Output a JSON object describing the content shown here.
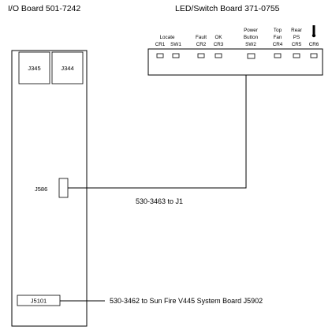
{
  "io_board": {
    "title": "I/O Board 501-7242",
    "connectors": {
      "j345": "J345",
      "j344": "J344",
      "j586": "J586",
      "j5101": "J5101"
    }
  },
  "led_switch_board": {
    "title": "LED/Switch Board 371-0755",
    "indicators": [
      {
        "name_line1": "",
        "name_line2": "Locate",
        "designator": "CR1"
      },
      {
        "name_line1": "",
        "name_line2": "",
        "designator": "SW1"
      },
      {
        "name_line1": "",
        "name_line2": "Fault",
        "designator": "CR2"
      },
      {
        "name_line1": "",
        "name_line2": "OK",
        "designator": "CR3"
      },
      {
        "name_line1": "Power",
        "name_line2": "Button",
        "designator": "SW2"
      },
      {
        "name_line1": "Top",
        "name_line2": "Fan",
        "designator": "CR4"
      },
      {
        "name_line1": "Rear",
        "name_line2": "PS",
        "designator": "CR5"
      },
      {
        "name_line1": "",
        "name_line2": "",
        "designator": "CR6"
      }
    ],
    "thermometer_icon": "thermometer-icon"
  },
  "cables": {
    "switch_cable": "530-3463 to J1",
    "system_cable": "530-3462 to Sun Fire V445 System Board J5902"
  },
  "colors": {
    "line": "#000000",
    "background": "#ffffff"
  }
}
